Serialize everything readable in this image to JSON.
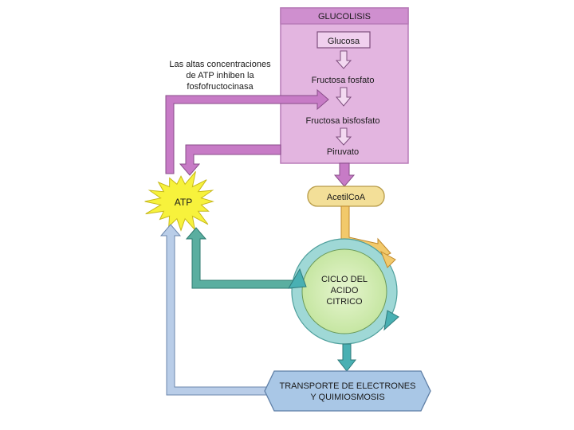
{
  "glycolysis": {
    "title": "GLUCOLISIS",
    "steps": [
      "Glucosa",
      "Fructosa fosfato",
      "Fructosa bisfosfato",
      "Piruvato"
    ]
  },
  "annotation": {
    "lines": [
      "Las altas concentraciones",
      "de ATP inhiben la",
      "fosfofructocinasa"
    ]
  },
  "atp": {
    "label": "ATP"
  },
  "acetyl": {
    "label": "AcetilCoA"
  },
  "krebs": {
    "lines": [
      "CICLO DEL",
      "ACIDO",
      "CITRICO"
    ]
  },
  "transport": {
    "lines": [
      "TRANSPORTE DE ELECTRONES",
      "Y QUIMIOSMOSIS"
    ]
  },
  "colors": {
    "glycolysis_fill": "#e3b5e0",
    "glycolysis_header": "#cf8fcf",
    "violet_arrow": "#c77bc6",
    "acetyl_fill": "#f3df98",
    "atp_fill": "#f7f23c",
    "cycle_fill": "#d4ecb0",
    "cycle_ring": "#6ecfd2",
    "teal_arrow": "#5aaea0",
    "transport_fill": "#a9c7e6",
    "blue_arrow": "#b9cde8"
  }
}
